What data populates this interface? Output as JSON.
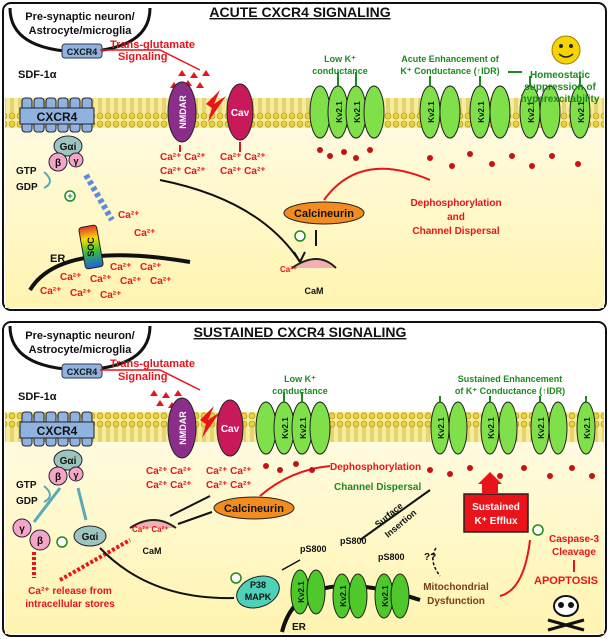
{
  "panels": [
    {
      "title": "ACUTE  CXCR4  SIGNALING",
      "presynaptic": [
        "Pre-synaptic neuron/",
        "Astrocyte/microglia"
      ],
      "cxcr4_small": "CXCR4",
      "trans_glutamate": [
        "Trans-glutamate",
        "Signaling"
      ],
      "sdf": "SDF-1α",
      "cxcr4": "CXCR4",
      "galpha": "Gαi",
      "beta": "β",
      "gamma": "γ",
      "gtp": "GTP",
      "gdp": "GDP",
      "nmdar": "NMDAR",
      "cav": "Cav",
      "low_k": [
        "Low K⁺",
        "conductance"
      ],
      "acute_enh": [
        "Acute Enhancement of",
        "K⁺ Conductance (↑IDR)"
      ],
      "homeostatic": [
        "Homeostatic",
        "suppression of",
        "hyperexcitability"
      ],
      "kv": "Kv2.1",
      "ca_rows": [
        "Ca²⁺ Ca²⁺",
        "Ca²⁺ Ca²⁺"
      ],
      "calcineurin": "Calcineurin",
      "dephos": [
        "Dephosphorylation",
        "and",
        "Channel Dispersal"
      ],
      "er": "ER",
      "soc": "SOC",
      "ca": "Ca²⁺",
      "cam": "CaM"
    },
    {
      "title": "SUSTAINED  CXCR4  SIGNALING",
      "presynaptic": [
        "Pre-synaptic neuron/",
        "Astrocyte/microglia"
      ],
      "cxcr4_small": "CXCR4",
      "trans_glutamate": [
        "Trans-glutamate",
        "Signaling"
      ],
      "sdf": "SDF-1α",
      "cxcr4": "CXCR4",
      "galpha": "Gαi",
      "beta": "β",
      "gamma": "γ",
      "gtp": "GTP",
      "gdp": "GDP",
      "nmdar": "NMDAR",
      "cav": "Cav",
      "low_k": [
        "Low K⁺",
        "conductance"
      ],
      "sust_enh": [
        "Sustained Enhancement",
        "of K⁺ Conductance (↑IDR)"
      ],
      "kv": "Kv2.1",
      "ca_rows": [
        "Ca²⁺ Ca²⁺",
        "Ca²⁺ Ca²⁺"
      ],
      "calcineurin": "Calcineurin",
      "dephos": [
        "Dephosphorylation",
        "Channel Dispersal"
      ],
      "cam": "CaM",
      "ca_release": [
        "Ca²⁺ release from",
        "intracellular stores"
      ],
      "p38": [
        "P38",
        "MAPK"
      ],
      "ps800": "pS800",
      "surface": [
        "Surface",
        "Insertion"
      ],
      "sustained_efflux": [
        "Sustained",
        "K⁺ Efflux"
      ],
      "mito": [
        "Mitochondrial",
        "Dysfunction"
      ],
      "caspase": [
        "Caspase-3",
        "Cleavage"
      ],
      "apoptosis": "APOPTOSIS",
      "er": "ER",
      "qq": "??"
    }
  ],
  "colors": {
    "red": "#e8141a",
    "green": "#1d8a1d",
    "membrane": "#f3e37a",
    "kv": "#7fe04a",
    "receptor": "#8fb2df",
    "calcineurin": "#f28c1e"
  }
}
